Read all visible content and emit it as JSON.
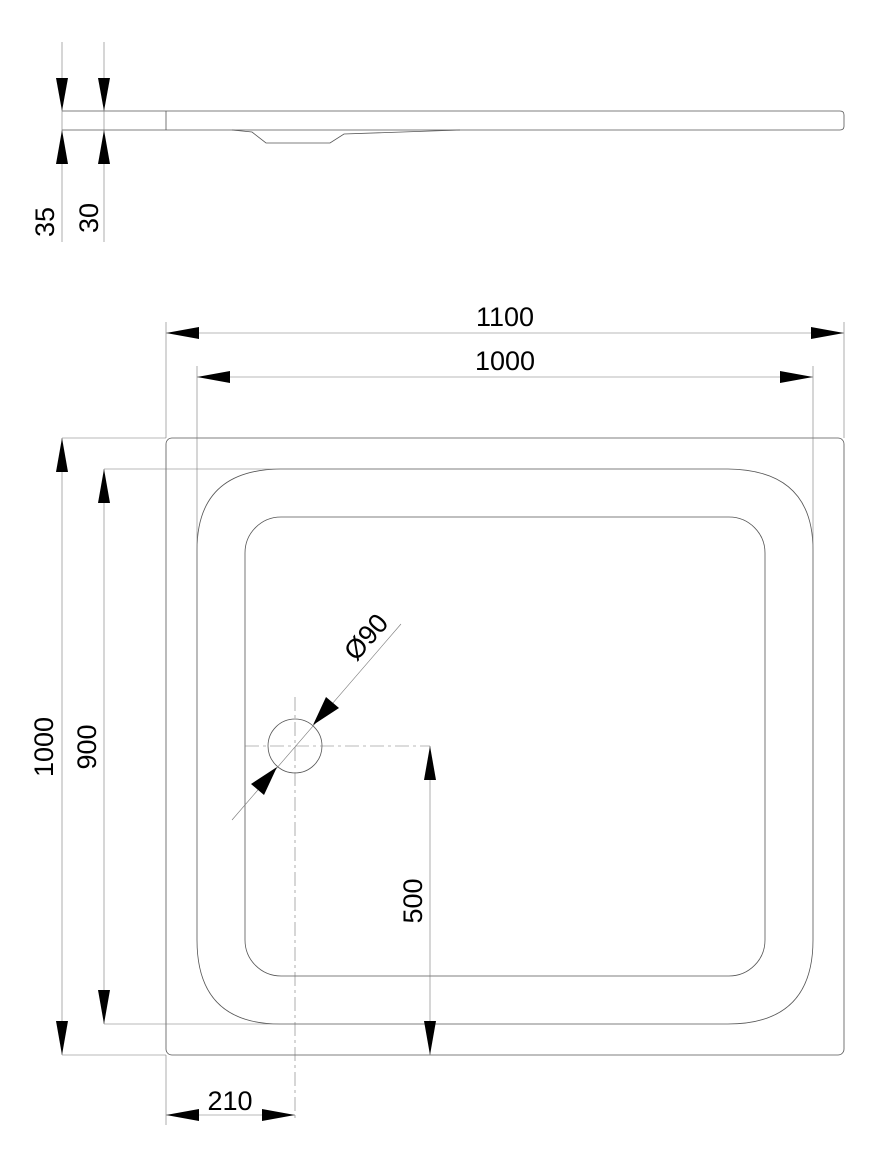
{
  "drawing": {
    "side_view": {
      "dim_total_height": "35",
      "dim_tray_height": "30"
    },
    "plan_view": {
      "dim_outer_width": "1100",
      "dim_inner_width": "1000",
      "dim_outer_depth": "1000",
      "dim_inner_depth": "900",
      "dim_drain_diameter": "Ø90",
      "dim_drain_from_front": "500",
      "dim_drain_from_side": "210"
    }
  }
}
